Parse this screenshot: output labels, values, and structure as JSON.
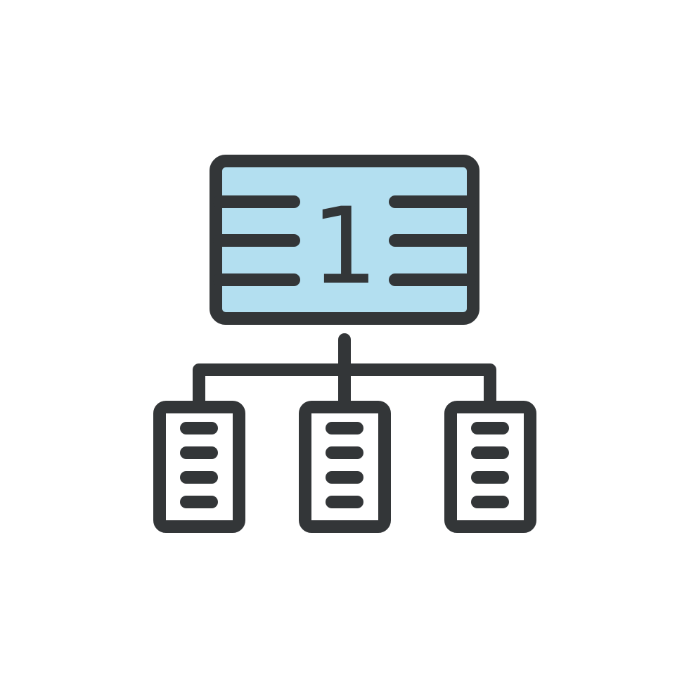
{
  "icon": {
    "name": "hierarchy-icon",
    "root_number": "1",
    "child_count": 3,
    "child_line_count": 4,
    "root_line_rows": 3,
    "colors": {
      "background": "#ffffff",
      "stroke": "#333638",
      "root_fill": "#b3dff0",
      "child_fill": "#ffffff"
    }
  }
}
